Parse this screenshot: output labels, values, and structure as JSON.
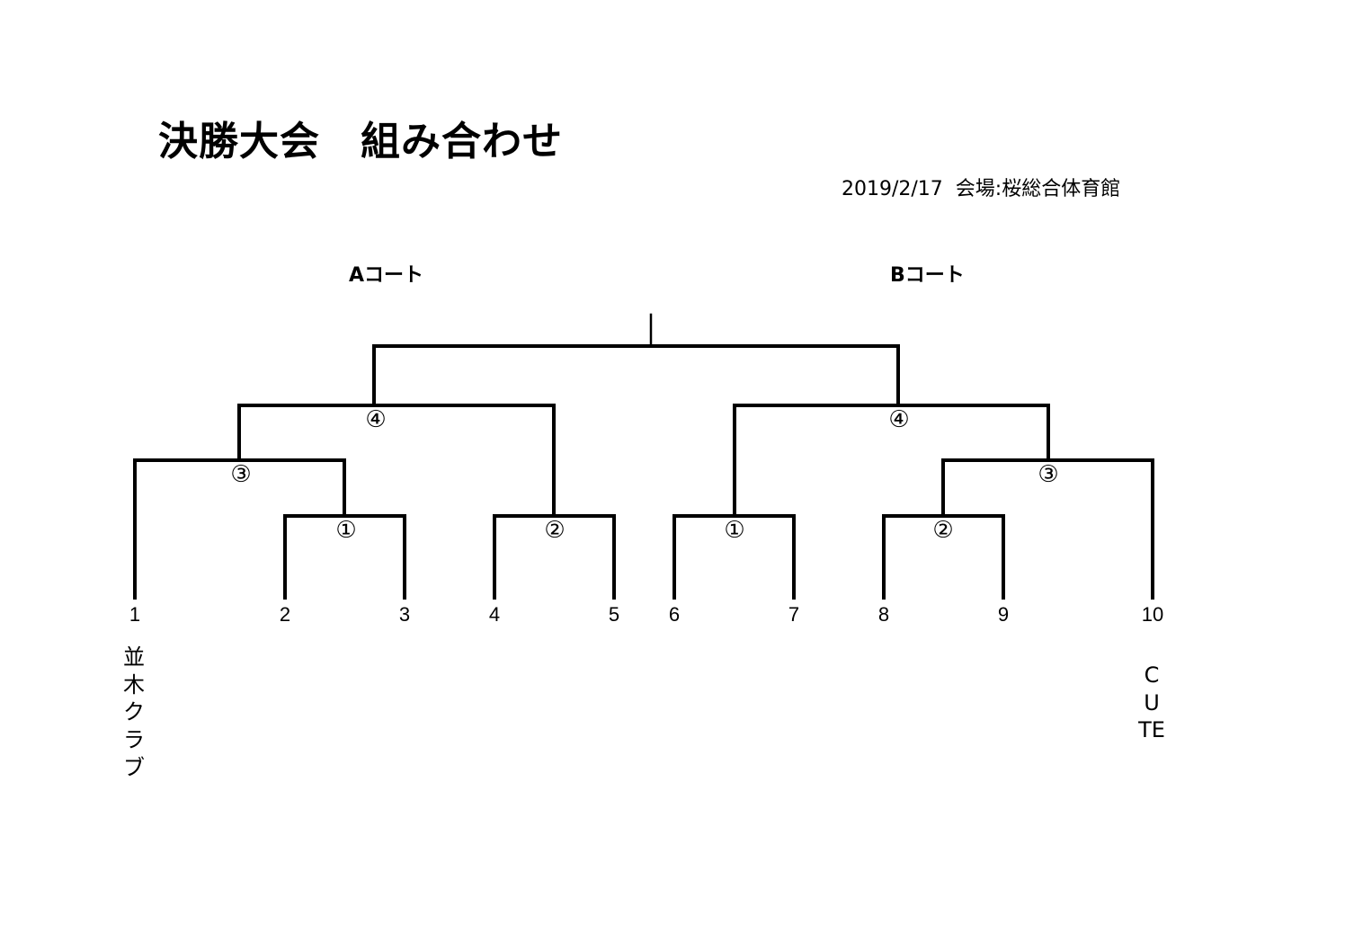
{
  "header": {
    "title": "決勝大会　組み合わせ",
    "subtitle": "2019/2/17  会場:桜総合体育館"
  },
  "courts": {
    "a": "Aコート",
    "b": "Bコート"
  },
  "bracket": {
    "seeds": [
      "1",
      "2",
      "3",
      "4",
      "5",
      "6",
      "7",
      "8",
      "9",
      "10"
    ],
    "matches": {
      "a1": "①",
      "a2": "②",
      "a3": "③",
      "a4": "④",
      "b1": "①",
      "b2": "②",
      "b3": "③",
      "b4": "④"
    }
  },
  "teams": {
    "slot1": "並木クラブ",
    "slot10": "CUTE"
  }
}
